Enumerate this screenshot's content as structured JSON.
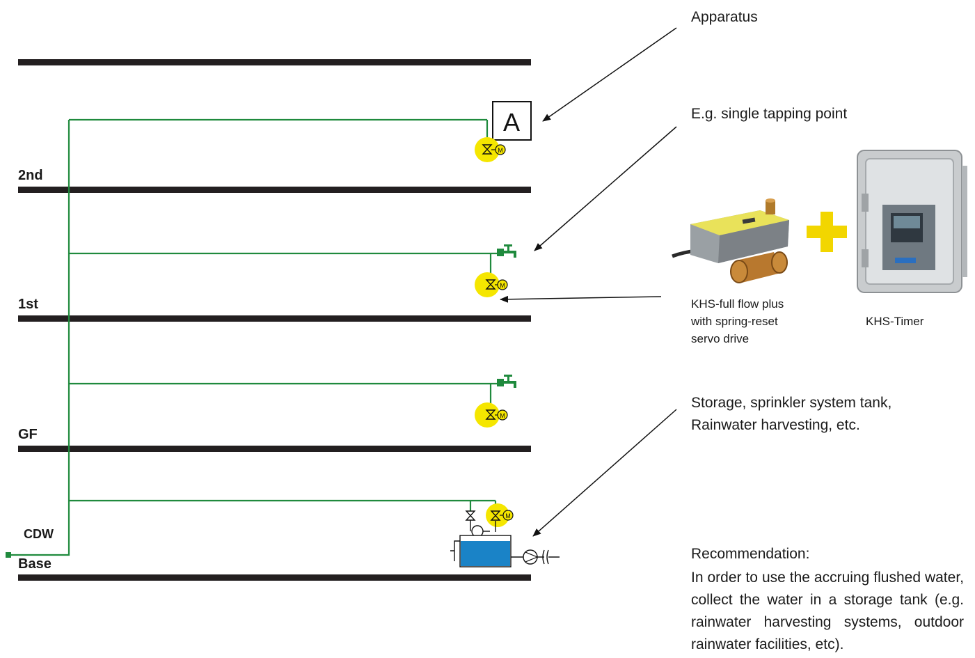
{
  "floors": [
    {
      "id": "2nd",
      "label": "2nd"
    },
    {
      "id": "1st",
      "label": "1st"
    },
    {
      "id": "gf",
      "label": "GF"
    },
    {
      "id": "base",
      "label": "Base"
    }
  ],
  "supply_label": "CDW",
  "apparatus_symbol": "A",
  "motor_symbol": "M",
  "annotations": {
    "apparatus": "Apparatus",
    "tapping_point": "E.g. single tapping point",
    "storage_line1": "Storage, sprinkler system tank,",
    "storage_line2": "Rainwater harvesting, etc."
  },
  "products": {
    "valve_caption": [
      "KHS-full flow plus",
      "with spring-reset",
      "servo drive"
    ],
    "timer_caption": "KHS-Timer"
  },
  "recommendation": {
    "title": "Recommendation:",
    "body": "In order to use the accruing flushed water, collect the water in a storage tank (e.g. rainwater harvesting systems, outdoor rainwater facilities, etc)."
  },
  "colors": {
    "pipe": "#1f8a3d",
    "floor_slab": "#231f20",
    "highlight": "#f5e600",
    "tank_water": "#1a83c7",
    "plus": "#f2d600"
  }
}
